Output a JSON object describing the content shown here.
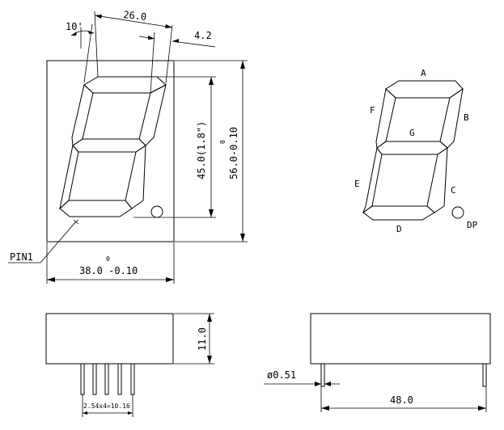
{
  "drawing": {
    "front": {
      "slant_angle": "10'",
      "top_width": "26.0",
      "segment_width": "4.2",
      "digit_height": "45.0(1.8\")",
      "body_height_tol": "0",
      "body_height": "56.0-0.10",
      "pin_label": "PIN1",
      "body_width_tol": "0",
      "body_width": "38.0 -0.10"
    },
    "segment_map": {
      "labels": [
        "A",
        "B",
        "C",
        "D",
        "E",
        "F",
        "G",
        "DP"
      ]
    },
    "side": {
      "height": "11.0",
      "pin_pitch": "2.54x4=10.16",
      "pin_diameter": "ø0.51",
      "length": "48.0"
    }
  }
}
